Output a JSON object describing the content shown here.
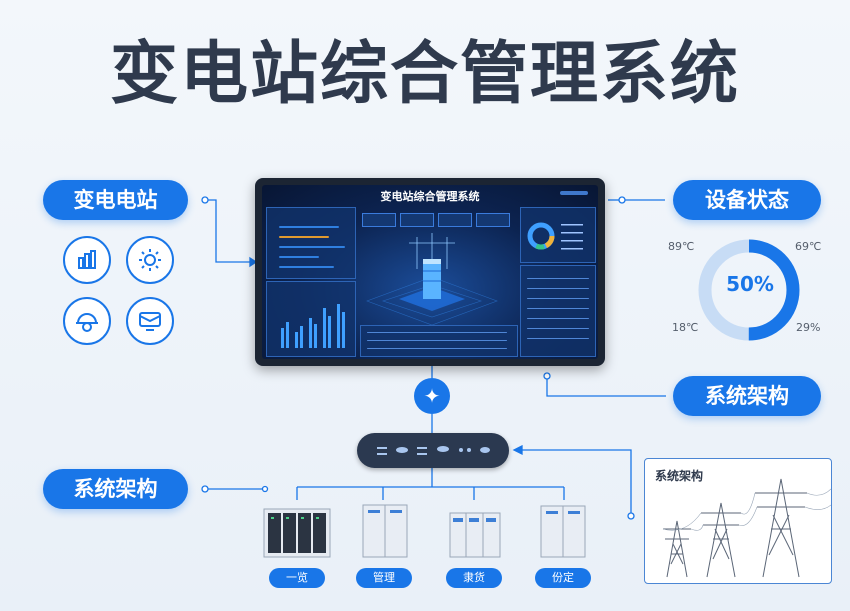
{
  "title": "变电站综合管理系统",
  "left_top": {
    "label": "变电电站",
    "icons": [
      "bar-chart-icon",
      "sun-icon",
      "helmet-icon",
      "monitor-icon"
    ]
  },
  "right_top": {
    "label": "设备状态",
    "gauge": {
      "value_text": "50%",
      "value": 0.5,
      "labels": [
        "89℃",
        "69℃",
        "18℃",
        "29%"
      ]
    }
  },
  "right_mid": {
    "label": "系统架构"
  },
  "left_bottom": {
    "label": "系统架构"
  },
  "monitor": {
    "screen_title": "变电站综合管理系统"
  },
  "equipment": [
    {
      "label": "一览",
      "icon": "server-rack-icon"
    },
    {
      "label": "管理",
      "icon": "cabinet-icon"
    },
    {
      "label": "隶货",
      "icon": "switchgear-icon"
    },
    {
      "label": "份定",
      "icon": "cabinet-icon"
    }
  ],
  "tower_box": {
    "title": "系统架构"
  },
  "colors": {
    "accent": "#1976e8",
    "title": "#2f3a4d",
    "dark_panel": "#2b3950"
  }
}
